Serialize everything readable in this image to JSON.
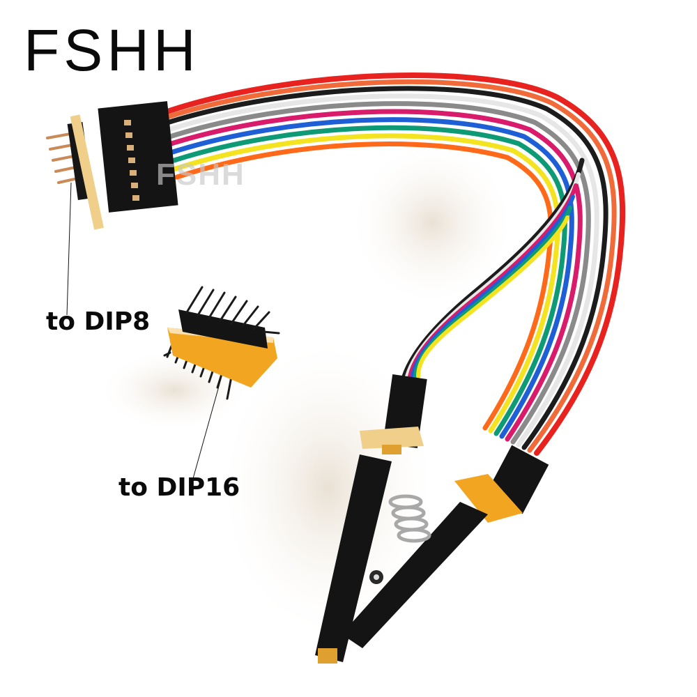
{
  "image": {
    "subject": "SOIC8 test clip with rainbow ribbon cable and DIP8/DIP16 adapters",
    "background_color": "#ffffff"
  },
  "brand": {
    "logo_text": "FSHH"
  },
  "watermark": {
    "text": "FSHH"
  },
  "annotations": [
    {
      "id": "dip8",
      "text": "to DIP8"
    },
    {
      "id": "dip16",
      "text": "to DIP16"
    }
  ],
  "cable": {
    "wire_colors": [
      "#e8231f",
      "#f06a3a",
      "#1c1c1c",
      "#f4f4f4",
      "#8a8a8a",
      "#d81b6a",
      "#1f5fd6",
      "#0f9a76",
      "#f4e320",
      "#ff6a1a"
    ]
  },
  "colors": {
    "pcb": "#f2a521",
    "plastic": "#141414",
    "pin": "#c98a57",
    "spring": "#b0b0b0"
  }
}
